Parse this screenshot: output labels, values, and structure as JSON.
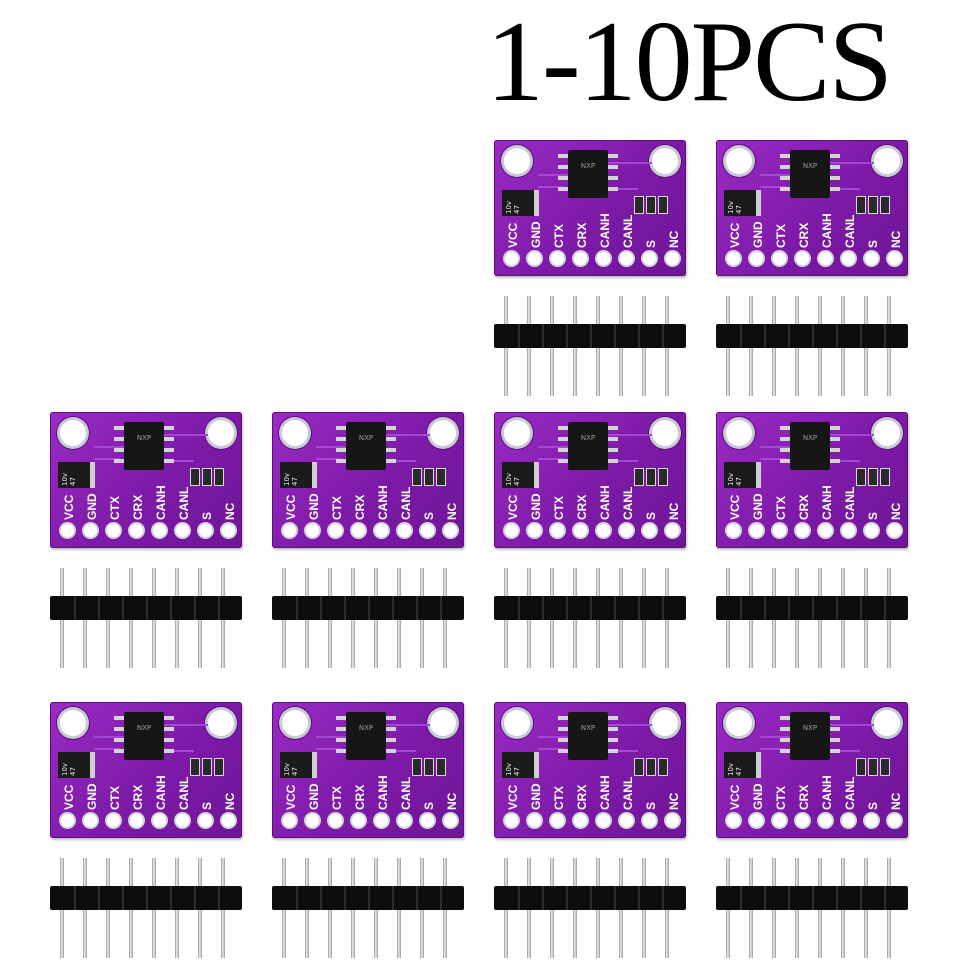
{
  "title": "1-10PCS",
  "module": {
    "labels": [
      "VCC",
      "GND",
      "CTX",
      "CRX",
      "CANH",
      "CANL",
      "S",
      "NC"
    ],
    "chip_text": "NXP",
    "cap_text": "10v 47"
  },
  "count": 10,
  "colors": {
    "pcb": "#7d1aa8",
    "header": "#0d0d0d",
    "background": "#ffffff"
  }
}
